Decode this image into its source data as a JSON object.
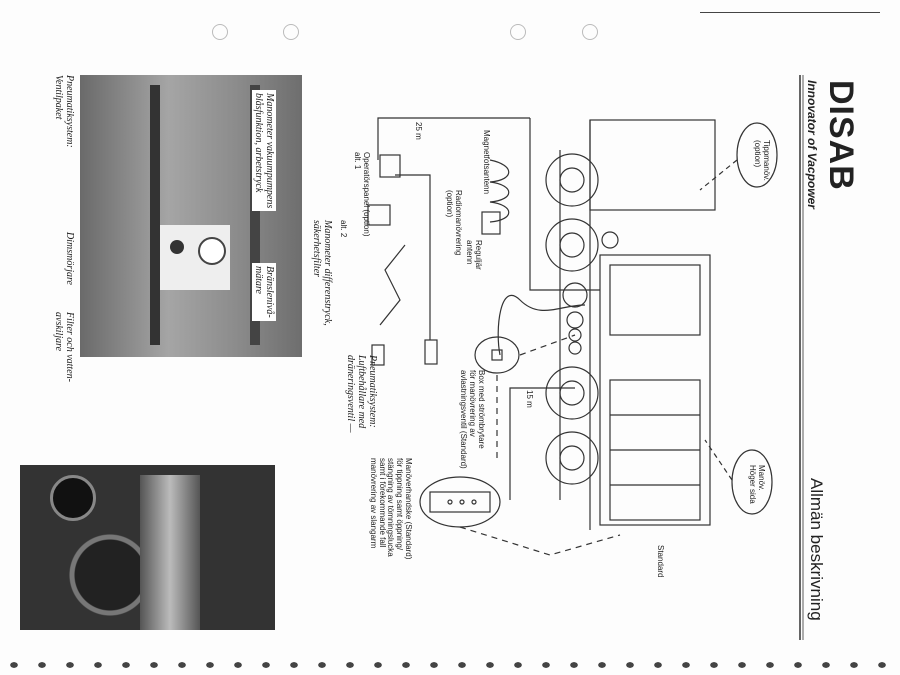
{
  "header": {
    "logo": "DISAB",
    "tagline": "Innovator of Vacpower",
    "title": "Allmän beskrivning"
  },
  "diagram": {
    "callouts": {
      "tipp": [
        "Tippmanöv.",
        "(option)"
      ],
      "hoger": [
        "Manöv.",
        "Höger sida"
      ],
      "standard": "Standard",
      "magnet": "Magnetfotsantenn",
      "cable25": "25 m",
      "radio": [
        "Radiomanövrering",
        "(option)"
      ],
      "antenn": [
        "Reguljär",
        "antenn"
      ],
      "operator": [
        "Operatörspanel (option)",
        "alt. 1"
      ],
      "alt2": "alt. 2",
      "box": [
        "Box med strömbrytare",
        "för manövrering av",
        "avlastningsventil (Standard)"
      ],
      "cable15": "15 m",
      "handske": [
        "Manöverhandske (Standard)",
        "för tippning samt öppning/",
        "stängning av tömningslucka",
        "samt i förekommande fall",
        "manövrering av slangarm"
      ]
    }
  },
  "photos": {
    "caption_top": [
      "Manometer differenstryck,",
      "säkerhetsfilter"
    ],
    "labels": {
      "vakuum": [
        "Manometer vakuumpumpens",
        "blåsfunktion, arbetstryck"
      ],
      "bransle": [
        "Bränslenivå-",
        "mätare"
      ],
      "ventil": [
        "Pneumatiksystem:",
        "Ventilpaket"
      ],
      "dimsmorjare": "Dimsmörjare",
      "filter": [
        "Filter och vatten-",
        "avskiljare"
      ]
    },
    "caption_bottom": [
      "Pneumatiksystem:",
      "Luftbehållare med",
      "dräneringsventil —"
    ]
  }
}
